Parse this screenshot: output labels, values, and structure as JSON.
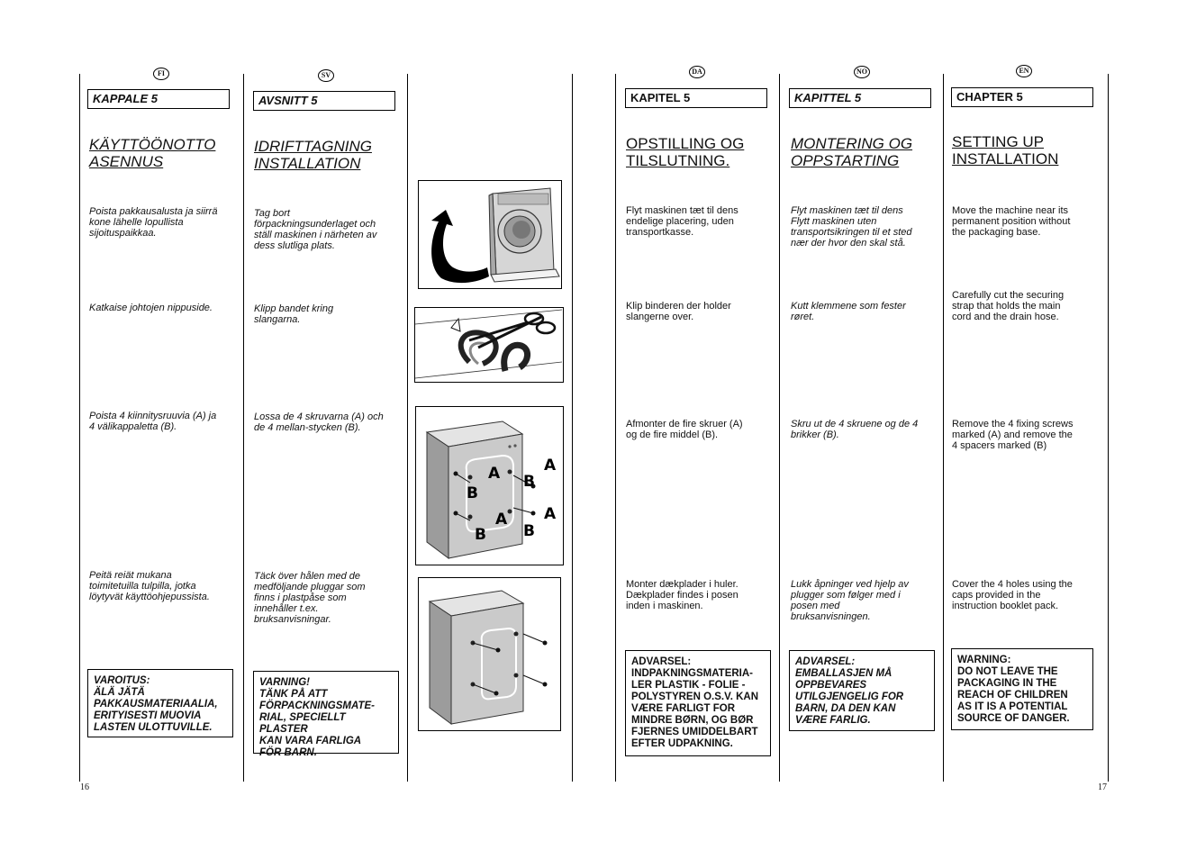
{
  "page_numbers": {
    "left": "16",
    "right": "17"
  },
  "columns": {
    "fi": {
      "lang": "FI",
      "chapter": "KAPPALE 5",
      "title": [
        "KÄYTTÖÖNOTTO",
        "ASENNUS"
      ],
      "p1": [
        "Poista pakkausalusta ja siirrä",
        "kone lähelle lopullista",
        "sijoituspaikkaa."
      ],
      "p2": [
        "Katkaise johtojen nippuside."
      ],
      "p3": [
        "Poista  4 kiinnitysruuvia (A) ja",
        "4 välikappaletta (B)."
      ],
      "p4": [
        "Peitä reiät mukana",
        "toimitetuilla tulpilla, jotka",
        "löytyvät  käyttöohjepussista."
      ],
      "warning": [
        "VAROITUS:",
        "ÄLÄ JÄTÄ",
        "PAKKAUSMATERIAALIA,",
        "ERITYISESTI MUOVIA",
        "LASTEN ULOTTUVILLE."
      ]
    },
    "sv": {
      "lang": "SV",
      "chapter": "AVSNITT 5",
      "title": [
        "IDRIFTTAGNING",
        "INSTALLATION"
      ],
      "p1": [
        "Tag bort",
        "förpackningsunderlaget och",
        "ställ maskinen i närheten av",
        "dess slutliga plats."
      ],
      "p2": [
        "Klipp bandet kring",
        "slangarna."
      ],
      "p3": [
        "Lossa de 4 skruvarna (A) och",
        "de 4 mellan-stycken (B)."
      ],
      "p4": [
        " Täck över hålen med de",
        "medföljande pluggar som",
        "finns i plastpåse som",
        "innehåller t.ex.",
        "bruksanvisningar."
      ],
      "warning": [
        "VARNING!",
        "TÄNK PÅ ATT",
        "FÖRPACKNINGSMATE-",
        "RIAL, SPECIELLT PLASTER",
        "KAN VARA FARLIGA",
        "FÖR BARN."
      ]
    },
    "da": {
      "lang": "DA",
      "chapter": "KAPITEL 5",
      "title": [
        "OPSTILLING OG",
        "TILSLUTNING."
      ],
      "p1": [
        "Flyt maskinen tæt til dens",
        "endelige placering, uden",
        "transportkasse."
      ],
      "p2": [
        "Klip binderen der holder",
        "slangerne over."
      ],
      "p3": [
        "Afmonter de fire skruer (A)",
        "og de fire middel (B)."
      ],
      "p4": [
        "Monter dækplader i huler.",
        "Dækplader findes i posen",
        "inden i maskinen."
      ],
      "warning": [
        "ADVARSEL:",
        "INDPAKNINGSMATERIA-",
        "LER PLASTIK - FOLIE -",
        "POLYSTYREN O.S.V. KAN",
        "VÆRE FARLIGT FOR",
        "MINDRE BØRN, OG BØR",
        "FJERNES UMIDDELBART",
        "EFTER UDPAKNING."
      ]
    },
    "no": {
      "lang": "NO",
      "chapter": "KAPITTEL 5",
      "title": [
        "MONTERING OG",
        "OPPSTARTING"
      ],
      "p1": [
        "Flyt maskinen tæt til dens",
        "Flytt maskinen uten",
        "transportsikringen til et sted",
        "nær der hvor den skal stå."
      ],
      "p2": [
        "Kutt klemmene som fester",
        "røret."
      ],
      "p3": [
        "Skru ut de 4 skruene og de 4",
        "brikker (B)."
      ],
      "p4": [
        "Lukk åpninger ved hjelp av",
        "plugger som følger med i",
        "posen med",
        "bruksanvisningen."
      ],
      "warning": [
        "ADVARSEL:",
        "EMBALLASJEN MÅ",
        "OPPBEVARES",
        "UTILGJENGELIG FOR",
        "BARN, DA DEN KAN",
        "VÆRE FARLIG."
      ]
    },
    "en": {
      "lang": "EN",
      "chapter": "CHAPTER 5",
      "title": [
        "SETTING UP",
        "INSTALLATION"
      ],
      "p1": [
        "Move the machine near its",
        "permanent position without",
        "the packaging base."
      ],
      "p2": [
        "Carefully cut the securing",
        "strap that holds the main",
        "cord and the drain hose."
      ],
      "p3": [
        "Remove the 4 fixing screws",
        "marked (A) and remove the",
        "4 spacers marked (B)"
      ],
      "p4": [
        "Cover the 4 holes using the",
        "caps provided in the",
        "instruction booklet pack."
      ],
      "warning": [
        "WARNING:",
        "DO NOT LEAVE THE",
        "PACKAGING IN THE",
        "REACH OF CHILDREN",
        "AS IT IS A POTENTIAL",
        "SOURCE OF DANGER."
      ]
    }
  },
  "figures": {
    "fig3_labels": {
      "a": "A",
      "b": "B"
    }
  }
}
